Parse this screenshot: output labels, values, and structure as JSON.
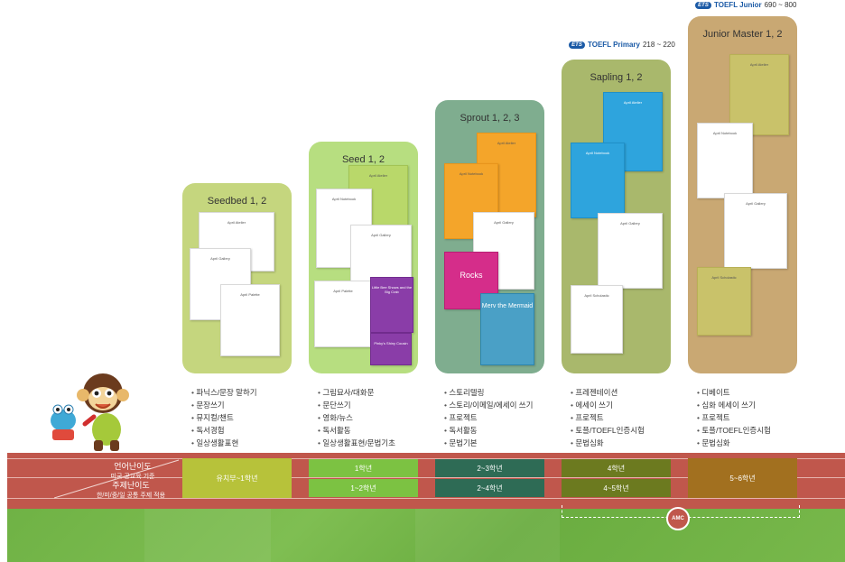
{
  "badges": {
    "junior": {
      "logo": "ETS",
      "name": "TOEFL Junior",
      "range": "690 ~ 800"
    },
    "primary": {
      "logo": "ETS",
      "name": "TOEFL Primary",
      "range": "218 ~ 220"
    }
  },
  "stages": [
    {
      "title": "Seedbed 1, 2",
      "color": "#c5d67e",
      "books": [
        "April Atelier",
        "April Gallery",
        "April Palette"
      ],
      "features": [
        "파닉스/문장 말하기",
        "문장쓰기",
        "뮤지컬/챈트",
        "독서경험",
        "일상생활표현"
      ]
    },
    {
      "title": "Seed 1, 2",
      "color": "#b7de80",
      "books": [
        "April Atelier",
        "April Notebook",
        "April Gallery",
        "April Palette",
        "Little Bee Shows and the Big Crab",
        "Pinky's Shiny Cousin"
      ],
      "features": [
        "그림묘사/대화문",
        "문단쓰기",
        "영화/뉴스",
        "독서활동",
        "일상생활표현/문법기초"
      ]
    },
    {
      "title": "Sprout 1, 2, 3",
      "color": "#7fad8f",
      "books": [
        "April Atelier",
        "April Notebook",
        "April Gallery",
        "Rocks",
        "Merv the Mermaid"
      ],
      "features": [
        "스토리텔링",
        "스토리/이메일/에세이 쓰기",
        "프로젝트",
        "독서활동",
        "문법기본"
      ]
    },
    {
      "title": "Sapling 1, 2",
      "color": "#a9b86c",
      "books": [
        "April Atelier",
        "April Notebook",
        "April Gallery",
        "April Scholastic"
      ],
      "features": [
        "프레젠테이션",
        "에세이 쓰기",
        "프로젝트",
        "토플/TOEFL인증시험",
        "문법심화"
      ]
    },
    {
      "title": "Junior Master 1, 2",
      "color": "#c9a873",
      "books": [
        "April Atelier",
        "April Notebook",
        "April Gallery",
        "April Scholastic"
      ],
      "features": [
        "디베이트",
        "심화 에세이 쓰기",
        "프로젝트",
        "토플/TOEFL인증시험",
        "문법심화"
      ]
    }
  ],
  "track": {
    "language_label": "언어난이도",
    "language_sub": "미국 공교육 기준",
    "topic_label": "주제난이도",
    "topic_sub": "한/미/중/일 공통 주제 적용",
    "combined": "유치부~1학년",
    "language_grades": [
      "1학년",
      "2~3학년",
      "4학년"
    ],
    "topic_grades": [
      "1~2학년",
      "2~4학년",
      "4~5학년"
    ],
    "last": "5~6학년",
    "colors": {
      "seedbed": "#b7c23a",
      "seed": "#7cc242",
      "sprout": "#2e6b55",
      "sapling": "#6c7a1f",
      "junior": "#a2701f"
    }
  },
  "emblem": "AMC"
}
